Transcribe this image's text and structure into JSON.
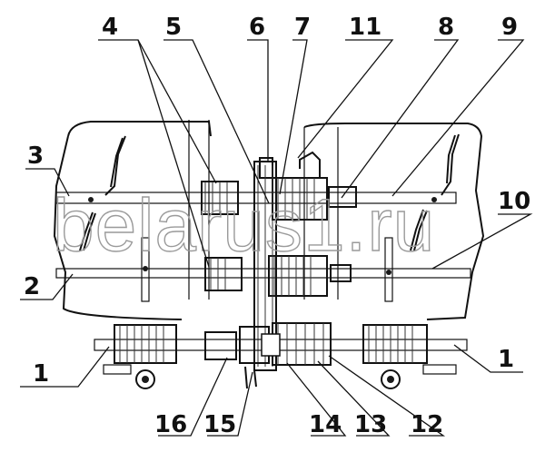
{
  "callouts": [
    {
      "id": "4",
      "label": "4"
    },
    {
      "id": "5",
      "label": "5"
    },
    {
      "id": "6",
      "label": "6"
    },
    {
      "id": "7",
      "label": "7"
    },
    {
      "id": "11",
      "label": "11"
    },
    {
      "id": "8",
      "label": "8"
    },
    {
      "id": "9",
      "label": "9"
    },
    {
      "id": "3",
      "label": "3"
    },
    {
      "id": "10",
      "label": "10"
    },
    {
      "id": "2",
      "label": "2"
    },
    {
      "id": "1-left",
      "label": "1"
    },
    {
      "id": "1-right",
      "label": "1"
    },
    {
      "id": "16",
      "label": "16"
    },
    {
      "id": "15",
      "label": "15"
    },
    {
      "id": "14",
      "label": "14"
    },
    {
      "id": "13",
      "label": "13"
    },
    {
      "id": "12",
      "label": "12"
    }
  ],
  "watermark": "belarus1.ru"
}
